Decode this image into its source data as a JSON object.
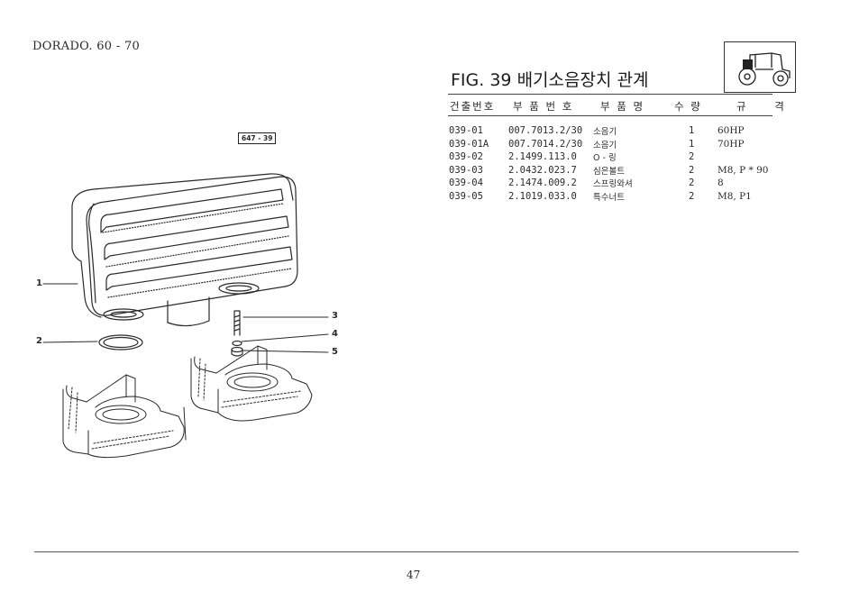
{
  "header": {
    "model": "DORADO. 60 - 70"
  },
  "figure": {
    "number": "FIG. 39",
    "title": "배기소음장치 관계",
    "ref_label": "647 - 39",
    "icon": "tractor-icon"
  },
  "table": {
    "headers": [
      "건출번호",
      "부 품 번 호",
      "부 품 명",
      "수 량",
      "규 격"
    ],
    "rows": [
      [
        "039-01",
        "007.7013.2/30",
        "소음기",
        "1",
        "60HP"
      ],
      [
        "039-01A",
        "007.7014.2/30",
        "소음기",
        "1",
        "70HP"
      ],
      [
        "039-02",
        "2.1499.113.0",
        "O - 링",
        "2",
        ""
      ],
      [
        "039-03",
        "2.0432.023.7",
        "심은볼트",
        "2",
        "M8, P * 90"
      ],
      [
        "039-04",
        "2.1474.009.2",
        "스프링와셔",
        "2",
        "8"
      ],
      [
        "039-05",
        "2.1019.033.0",
        "특수너트",
        "2",
        "M8, P1"
      ]
    ]
  },
  "callouts": [
    "1",
    "2",
    "3",
    "4",
    "5"
  ],
  "footer": {
    "page_number": "47"
  }
}
